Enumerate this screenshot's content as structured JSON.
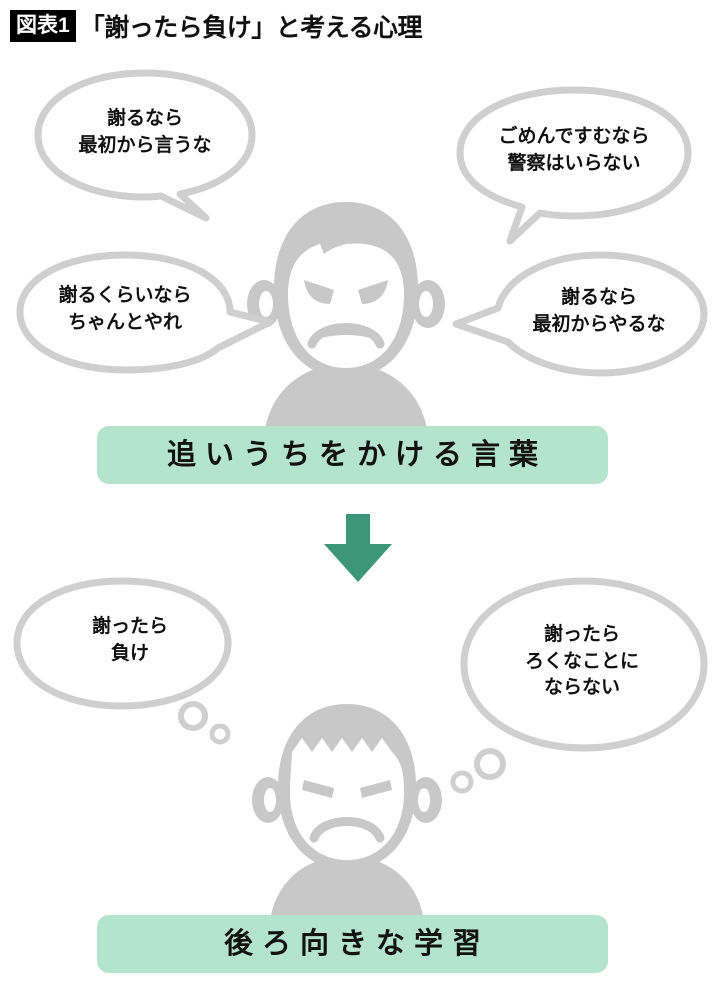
{
  "figure": {
    "badge": "図表1",
    "title": "「謝ったら負け」と考える心理"
  },
  "colors": {
    "bubble_outline": "#cfcfcf",
    "bubble_fill": "#ffffff",
    "person_gray": "#c8c8c8",
    "banner_green": "#b4e3ce",
    "arrow_green": "#3d9678",
    "text_black": "#111111",
    "badge_black": "#000000"
  },
  "top_section": {
    "figure_name": "angry-person-top",
    "bubbles": [
      {
        "id": "bubble-top-left",
        "kind": "speech",
        "tail": "bottom-right",
        "lines": [
          "謝るなら",
          "最初から言うな"
        ]
      },
      {
        "id": "bubble-top-right",
        "kind": "speech",
        "tail": "bottom-left",
        "lines": [
          "ごめんですむなら",
          "警察はいらない"
        ]
      },
      {
        "id": "bubble-mid-left",
        "kind": "speech",
        "tail": "right",
        "lines": [
          "謝るくらいなら",
          "ちゃんとやれ"
        ]
      },
      {
        "id": "bubble-mid-right",
        "kind": "speech",
        "tail": "left",
        "lines": [
          "謝るなら",
          "最初からやるな"
        ]
      }
    ],
    "banner": "追いうちをかける言葉"
  },
  "connector": {
    "icon": "down-arrow",
    "direction": "down"
  },
  "bottom_section": {
    "figure_name": "angry-person-bottom",
    "bubbles": [
      {
        "id": "thought-bottom-left",
        "kind": "thought",
        "tail": "bottom-right",
        "lines": [
          "謝ったら",
          "負け"
        ]
      },
      {
        "id": "thought-bottom-right",
        "kind": "thought",
        "tail": "bottom-left",
        "lines": [
          "謝ったら",
          "ろくなことに",
          "ならない"
        ]
      }
    ],
    "banner": "後ろ向きな学習"
  }
}
